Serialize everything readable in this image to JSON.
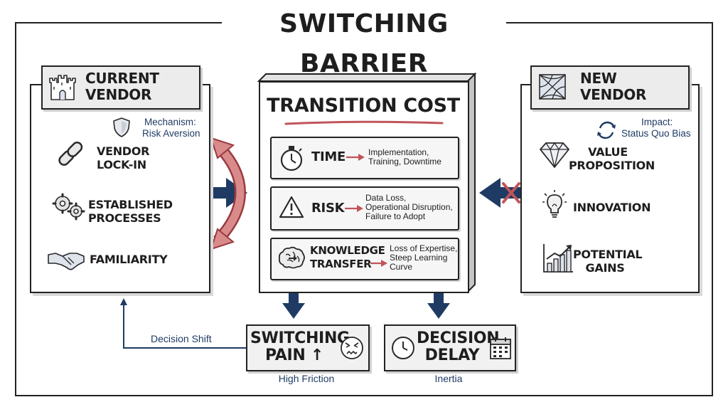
{
  "title": "SWITCHING BARRIER",
  "current_vendor": {
    "header": "CURRENT VENDOR",
    "header_icon": "castle-icon",
    "mechanism_label": "Mechanism:",
    "mechanism_value": "Risk Aversion",
    "items": [
      {
        "label": "VENDOR LOCK-IN",
        "icon": "chain-link-icon"
      },
      {
        "label": "ESTABLISHED PROCESSES",
        "icon": "gears-icon"
      },
      {
        "label": "FAMILIARITY",
        "icon": "handshake-icon"
      }
    ]
  },
  "transition_cost": {
    "title": "TRANSITION COST",
    "rows": [
      {
        "label": "TIME",
        "icon": "stopwatch-icon",
        "desc_lines": [
          "Implementation,",
          "Training, Downtime"
        ]
      },
      {
        "label": "RISK",
        "icon": "warning-icon",
        "desc_lines": [
          "Data Loss,",
          "Operational Disruption,",
          "Failure to Adopt"
        ]
      },
      {
        "label_lines": [
          "KNOWLEDGE",
          "TRANSFER"
        ],
        "icon": "brain-icon",
        "desc_lines": [
          "Loss of Expertise,",
          "Steep Learning",
          "Curve"
        ]
      }
    ]
  },
  "new_vendor": {
    "header": "NEW VENDOR",
    "header_icon": "network-icon",
    "impact_label": "Impact:",
    "impact_value": "Status Quo Bias",
    "items": [
      {
        "label_lines": [
          "VALUE",
          "PROPOSITION"
        ],
        "icon": "diamond-icon"
      },
      {
        "label": "INNOVATION",
        "icon": "lightbulb-icon"
      },
      {
        "label_lines": [
          "POTENTIAL",
          "GAINS"
        ],
        "icon": "growth-chart-icon"
      }
    ]
  },
  "outcomes": {
    "switching_pain": {
      "lines": [
        "SWITCHING",
        "PAIN ↑"
      ],
      "caption": "High Friction",
      "icon": "frustrated-face-icon"
    },
    "decision_delay": {
      "lines": [
        "DECISION",
        "DELAY"
      ],
      "caption": "Inertia",
      "icon": "calendar-icon",
      "icon2": "clock-icon"
    }
  },
  "feedback_label": "Decision Shift",
  "colors": {
    "navy": "#1f3b63",
    "red": "#c0555a",
    "light_red": "#d98b8c",
    "panel_gray": "#ececec"
  }
}
